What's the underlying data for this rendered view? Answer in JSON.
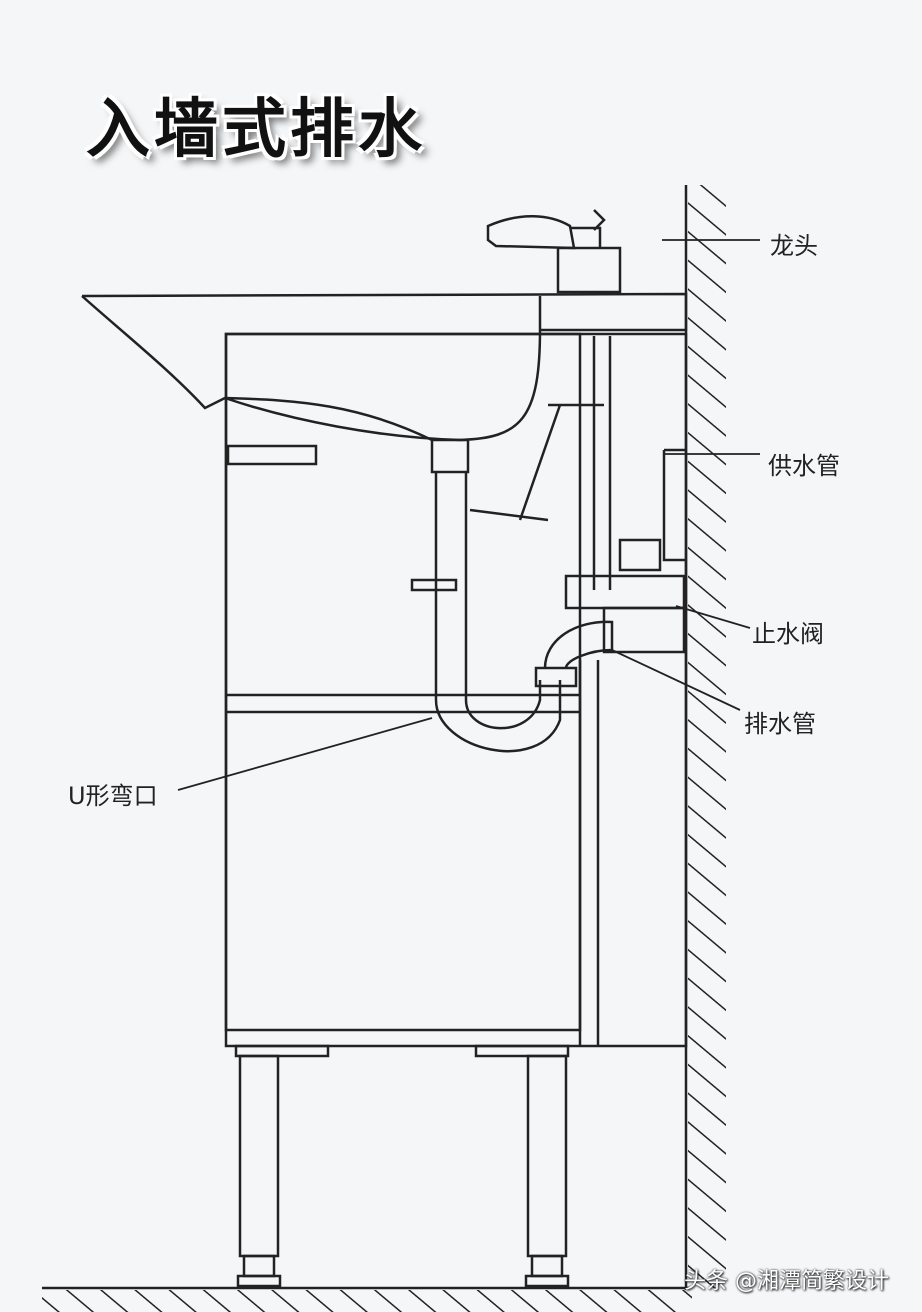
{
  "title": "入墙式排水",
  "labels": {
    "faucet": "龙头",
    "supply_pipe": "供水管",
    "stop_valve": "止水阀",
    "drain_pipe": "排水管",
    "u_bend": "U形弯口"
  },
  "watermark": "头条 @湘潭简繁设计"
}
